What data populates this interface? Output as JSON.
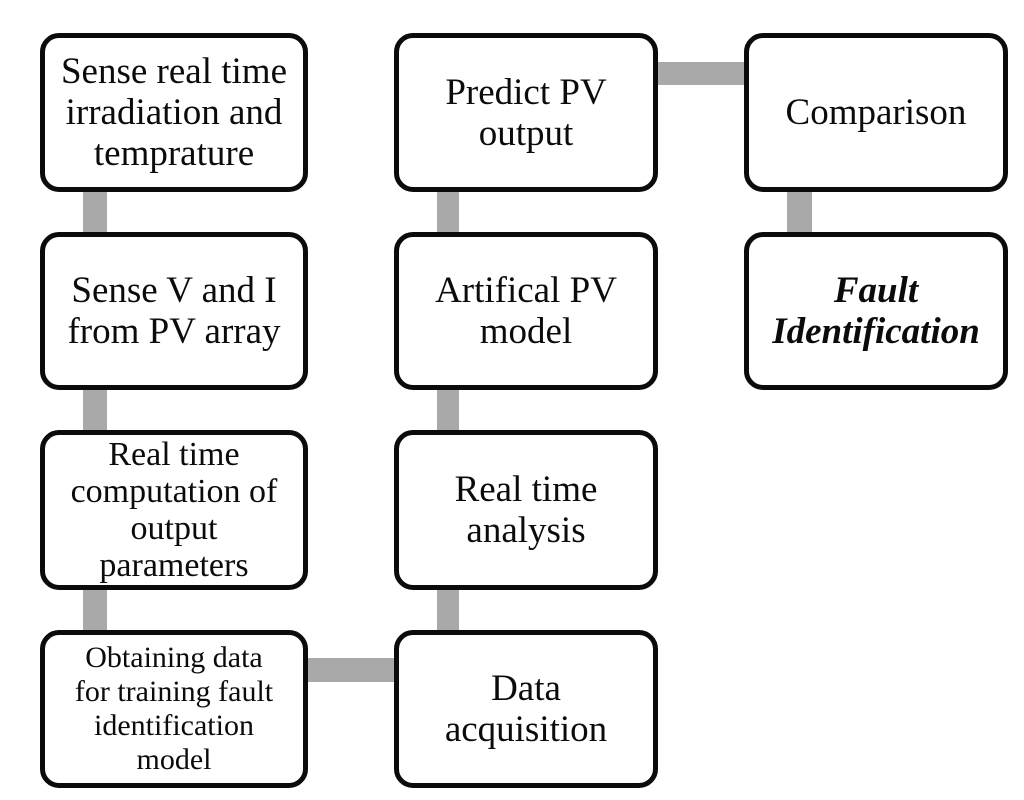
{
  "theme": {
    "page_bg": "#ffffff",
    "box_bg": "#ffffff",
    "box_border": "#0b0b0b",
    "connector": "#a9a9a9",
    "text_color": "#0b0b0b"
  },
  "diagram": {
    "type": "flowchart",
    "nodes": {
      "sense-irradiation": {
        "label": "Sense real time\nirradiation and\ntemprature"
      },
      "sense-v-i": {
        "label": "Sense V and I\nfrom PV array"
      },
      "real-time-computation": {
        "label": "Real time\ncomputation of\noutput\nparameters"
      },
      "obtaining-data": {
        "label": "Obtaining data\nfor training fault\nidentification\nmodel"
      },
      "predict-pv-output": {
        "label": "Predict PV\noutput"
      },
      "artifical-pv-model": {
        "label": "Artifical PV\nmodel"
      },
      "real-time-analysis": {
        "label": "Real time\nanalysis"
      },
      "data-acquisition": {
        "label": "Data\nacquisition"
      },
      "comparison": {
        "label": "Comparison"
      },
      "fault-identification": {
        "label": "Fault\nIdentification",
        "emphasis": "bold-italic"
      }
    },
    "edges": [
      {
        "from": "sense-irradiation",
        "to": "sense-v-i"
      },
      {
        "from": "sense-v-i",
        "to": "real-time-computation"
      },
      {
        "from": "real-time-computation",
        "to": "obtaining-data"
      },
      {
        "from": "obtaining-data",
        "to": "data-acquisition"
      },
      {
        "from": "data-acquisition",
        "to": "real-time-analysis"
      },
      {
        "from": "real-time-analysis",
        "to": "artifical-pv-model"
      },
      {
        "from": "artifical-pv-model",
        "to": "predict-pv-output"
      },
      {
        "from": "predict-pv-output",
        "to": "comparison"
      },
      {
        "from": "comparison",
        "to": "fault-identification"
      }
    ]
  }
}
